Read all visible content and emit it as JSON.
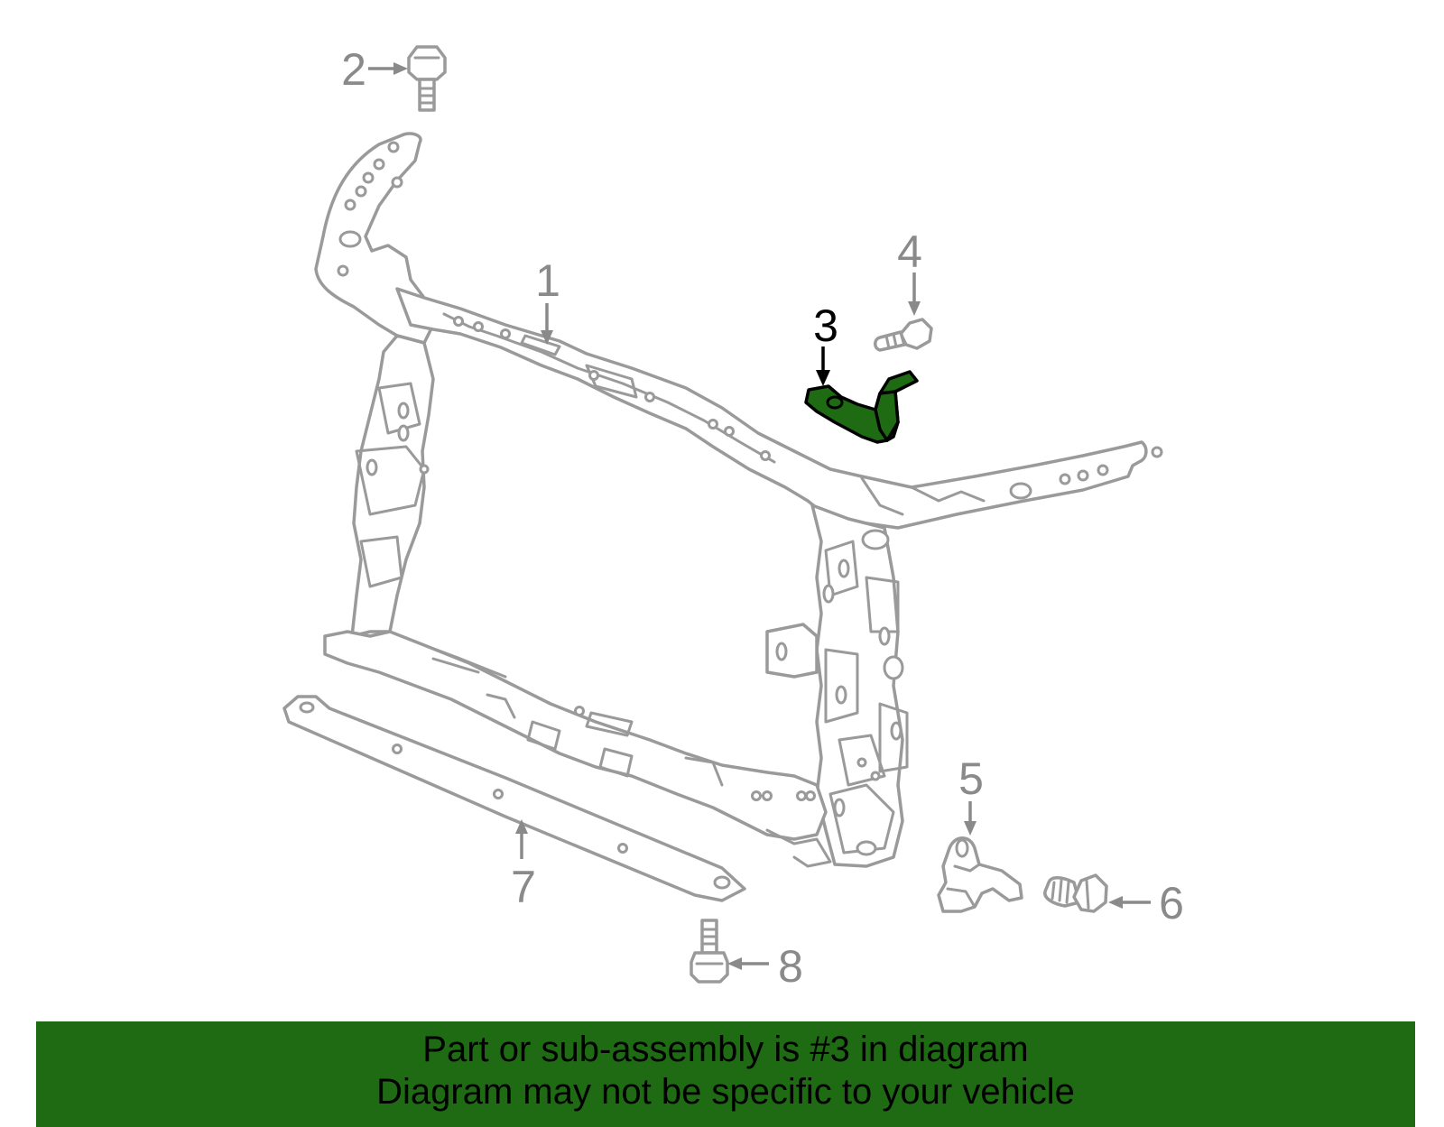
{
  "diagram": {
    "highlight_color": "#1e6b14",
    "line_color": "#9a9a9a",
    "callouts": [
      {
        "id": "1",
        "label": "1",
        "highlighted": false
      },
      {
        "id": "2",
        "label": "2",
        "highlighted": false
      },
      {
        "id": "3",
        "label": "3",
        "highlighted": true
      },
      {
        "id": "4",
        "label": "4",
        "highlighted": false
      },
      {
        "id": "5",
        "label": "5",
        "highlighted": false
      },
      {
        "id": "6",
        "label": "6",
        "highlighted": false
      },
      {
        "id": "7",
        "label": "7",
        "highlighted": false
      },
      {
        "id": "8",
        "label": "8",
        "highlighted": false
      }
    ]
  },
  "banner": {
    "line1": "Part or sub-assembly is #3 in diagram",
    "line2": "Diagram may not be specific to your vehicle",
    "background": "#1e6b14"
  }
}
